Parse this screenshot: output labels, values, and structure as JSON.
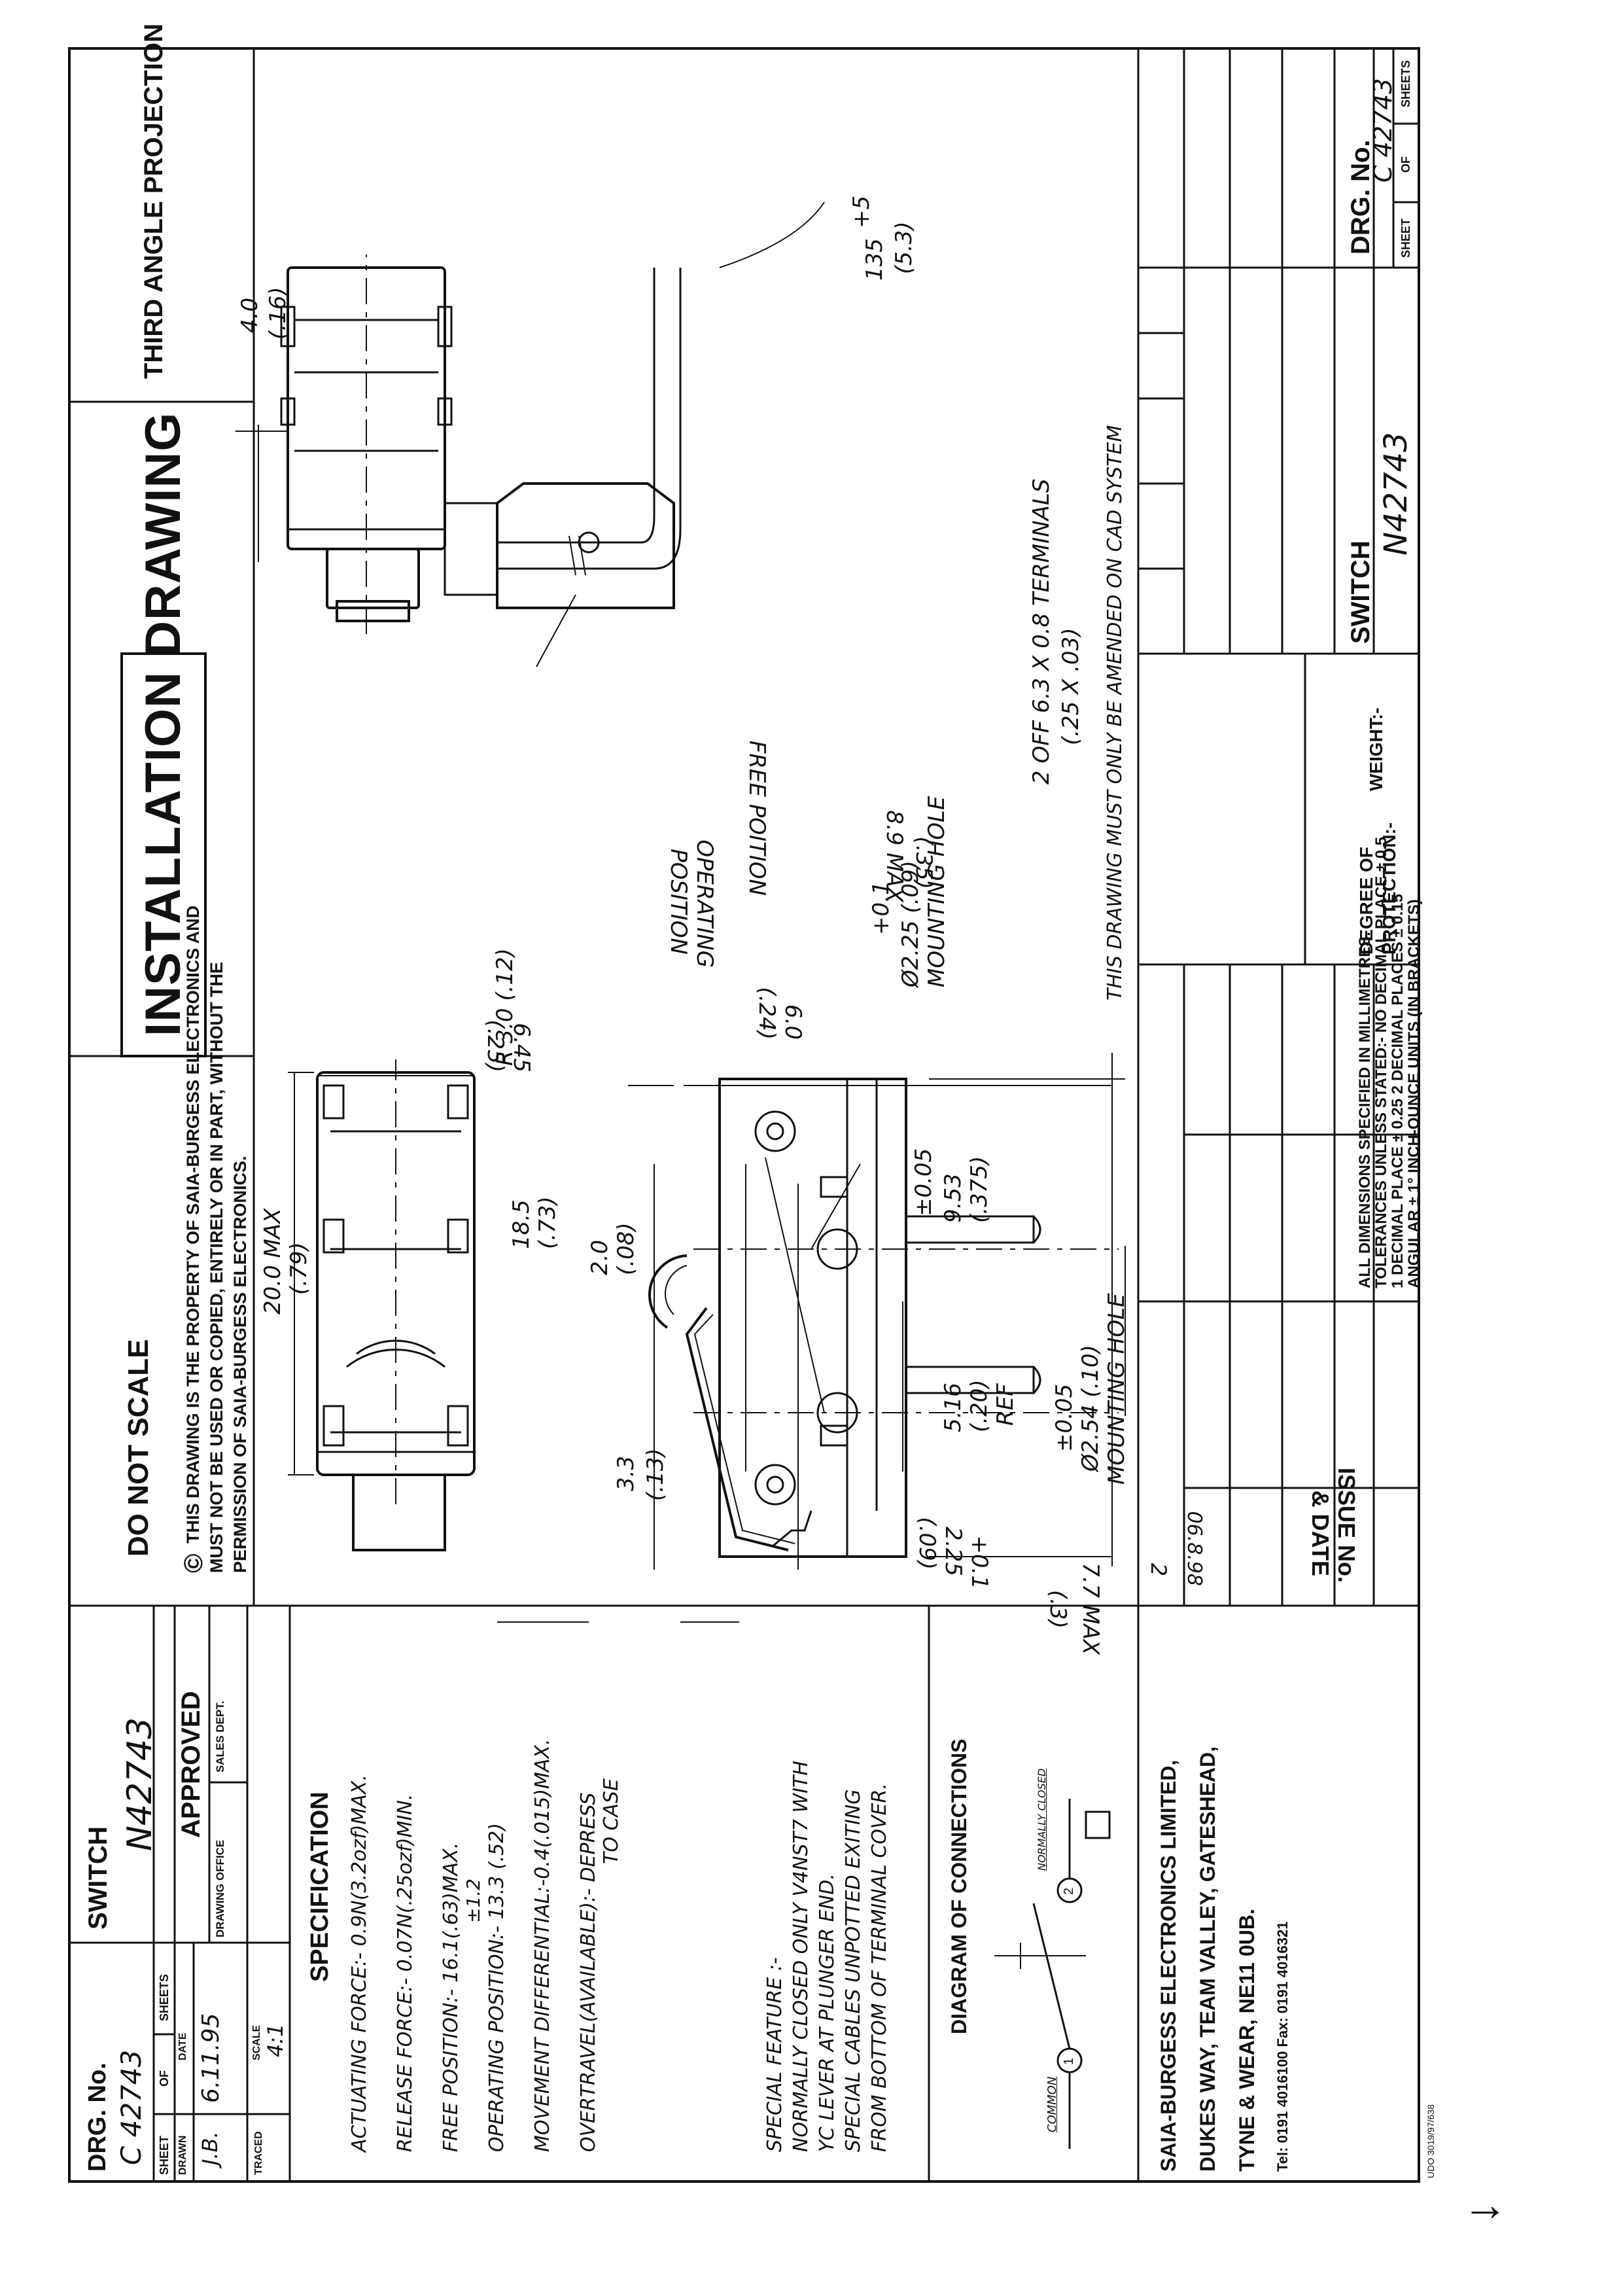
{
  "title_block": {
    "drg_no_label": "DRG. No.",
    "drg_no": "C 42743",
    "sheet_label": "SHEET",
    "of_label": "OF",
    "sheets_label": "SHEETS",
    "switch_label": "SWITCH",
    "part_no": "N42743",
    "drawn_label": "DRAWN",
    "drawn_by": "J.B.",
    "date_label": "DATE",
    "date": "6.11.95",
    "approved_label": "APPROVED",
    "drawing_office_label": "DRAWING OFFICE",
    "sales_dept_label": "SALES DEPT.",
    "traced_label": "TRACED",
    "scale_label": "SCALE",
    "scale": "4:1"
  },
  "specification": {
    "heading": "SPECIFICATION",
    "lines": [
      "ACTUATING FORCE:- 0.9N(3.2ozf)MAX.",
      "RELEASE FORCE:- 0.07N(.25ozf)MIN.",
      "FREE POSITION:- 16.1(.63)MAX.",
      "±1.2",
      "OPERATING POSITION:- 13.3     (.52)",
      "MOVEMENT DIFFERENTIAL:-0.4(.015)MAX.",
      "OVERTRAVEL(AVAILABLE):- DEPRESS",
      "TO CASE"
    ],
    "special_feature": [
      "SPECIAL FEATURE :-",
      "NORMALLY CLOSED ONLY V4NST7 WITH",
      "YC LEVER AT PLUNGER END.",
      "SPECIAL CABLES UNPOTTED EXITING",
      "FROM BOTTOM OF TERMINAL COVER."
    ]
  },
  "connections": {
    "heading": "DIAGRAM OF CONNECTIONS",
    "common": "COMMON",
    "normally_closed": "NORMALLY CLOSED",
    "t1": "1",
    "t2": "2"
  },
  "company": {
    "name": "SAIA-BURGESS ELECTRONICS LIMITED,",
    "addr1": "DUKES WAY, TEAM VALLEY, GATESHEAD,",
    "addr2": "TYNE & WEAR, NE11 0UB.",
    "contact": "Tel: 0191 4016100  Fax: 0191 4016321",
    "form_ref": "UDO 3019/97/638"
  },
  "header": {
    "do_not_scale": "DO NOT SCALE",
    "title": "INSTALLATION DRAWING",
    "projection": "THIRD ANGLE PROJECTION",
    "copyright_symbol": "©",
    "copyright": [
      "THIS DRAWING IS THE PROPERTY OF SAIA-BURGESS ELECTRONICS AND",
      "MUST NOT BE USED OR COPIED, ENTIRELY OR IN PART, WITHOUT THE",
      "PERMISSION OF SAIA-BURGESS  ELECTRONICS."
    ]
  },
  "dims": {
    "d_20_0": "20.0 MAX",
    "d_20_0_in": "(.79)",
    "d_6_45": "6.45",
    "d_6_45_in": "(.25)",
    "d_18_5": "18.5",
    "d_18_5_in": "(.73)",
    "d_r3": "R 3.0 (.12)",
    "d_2_0": "2.0",
    "d_2_0_in": "(.08)",
    "d_3_3": "3.3",
    "d_3_3_in": "(.13)",
    "d_6_0": "6.0",
    "d_6_0_in": "(.24)",
    "d_operating": "OPERATING",
    "d_position": "POSITION",
    "d_free": "FREE POITION",
    "d_8_9": "8.9 MAX",
    "d_8_9_in": "(.35)",
    "d_225_tol": "+0.1",
    "d_225": "Ø2.25  (.09)",
    "d_mount1": "MOUNTING HOLE",
    "d_953_tol": "±0.05",
    "d_953": "9.53",
    "d_953_in": "(.375)",
    "d_516": "5.16",
    "d_516_in": "(.20)",
    "d_ref": "REF",
    "d_254_tol": "±0.05",
    "d_254": "Ø2.54  (.10)",
    "d_mount2": "MOUNTING HOLE",
    "d_7_7": "7.7 MAX",
    "d_7_7_in": "(.3)",
    "d_2_25b": "+0.1",
    "d_2_25b_v": "2.25",
    "d_2_25b_in": "(.09)",
    "d_4_0": "4.0",
    "d_4_0_in": "(.16)",
    "d_135": "135",
    "d_135_tol": "+5",
    "d_135_in": "(5.3)",
    "terminals1": "2 OFF 6.3 X 0.8 TERMINALS",
    "terminals2": "(.25 X .03)"
  },
  "cad_note": "THIS DRAWING MUST ONLY BE AMENDED ON CAD SYSTEM",
  "issue": {
    "label1": "ISSUE No.",
    "label2": "& DATE",
    "no": "2",
    "date": "06.8.98"
  },
  "tolerances": {
    "line1": "ALL DIMENSIONS SPECIFIED IN MILLIMETRES.",
    "line2": "TOLERANCES UNLESS STATED:- NO DECIMAL PLACE ± 0.5",
    "line3": "1 DECIMAL PLACE  ± 0.25     2 DECIMAL PLACES ± 0.15",
    "line4": "ANGULAR ± 1°        INCH-OUNCE UNITS (IN BRACKETS)"
  },
  "protection": {
    "label1": "DEGREE OF",
    "label2": "PROTECTION:-",
    "weight": "WEIGHT:-"
  },
  "bottom": {
    "switch_label": "SWITCH",
    "part_no": "N42743",
    "drg_no_label": "DRG. No.",
    "drg_no": "C 42743",
    "sheet_label": "SHEET",
    "of_label": "OF",
    "sheets_label": "SHEETS"
  },
  "margin_arrow": "↓"
}
